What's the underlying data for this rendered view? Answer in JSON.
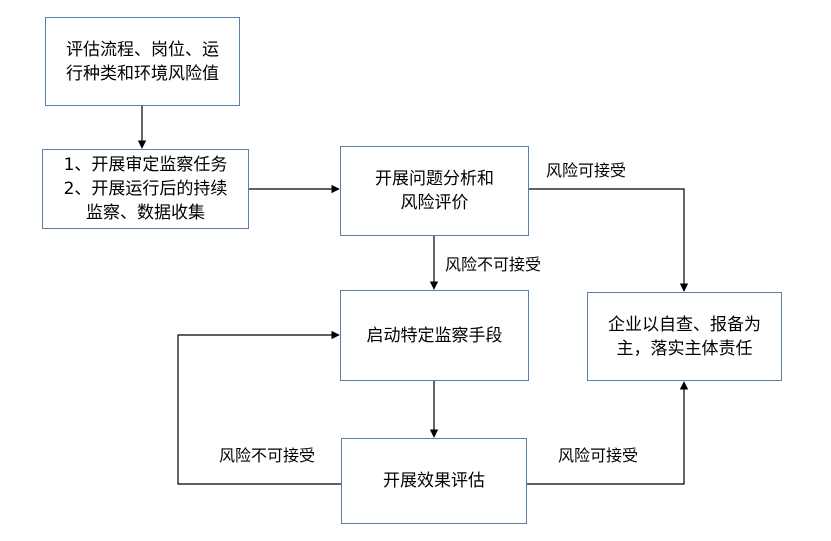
{
  "colors": {
    "box_border": "#5b7fa6",
    "arrow": "#000000",
    "text": "#000000"
  },
  "nodes": {
    "assess": {
      "lines": [
        "评估流程、岗位、运",
        "行种类和环境风险值"
      ]
    },
    "audit": {
      "lines": [
        "1、开展审定监察任务",
        "2、开展运行后的持续",
        "监察、数据收集"
      ]
    },
    "analysis": {
      "lines": [
        "开展问题分析和",
        "风险评价"
      ]
    },
    "special": {
      "lines": [
        "启动特定监察手段"
      ]
    },
    "effect": {
      "lines": [
        "开展效果评估"
      ]
    },
    "enterprise": {
      "lines": [
        "企业以自查、报备为",
        "主，落实主体责任"
      ]
    }
  },
  "edge_labels": {
    "analysis_acceptable": "风险可接受",
    "analysis_unacceptable": "风险不可接受",
    "effect_unacceptable": "风险不可接受",
    "effect_acceptable": "风险可接受"
  }
}
